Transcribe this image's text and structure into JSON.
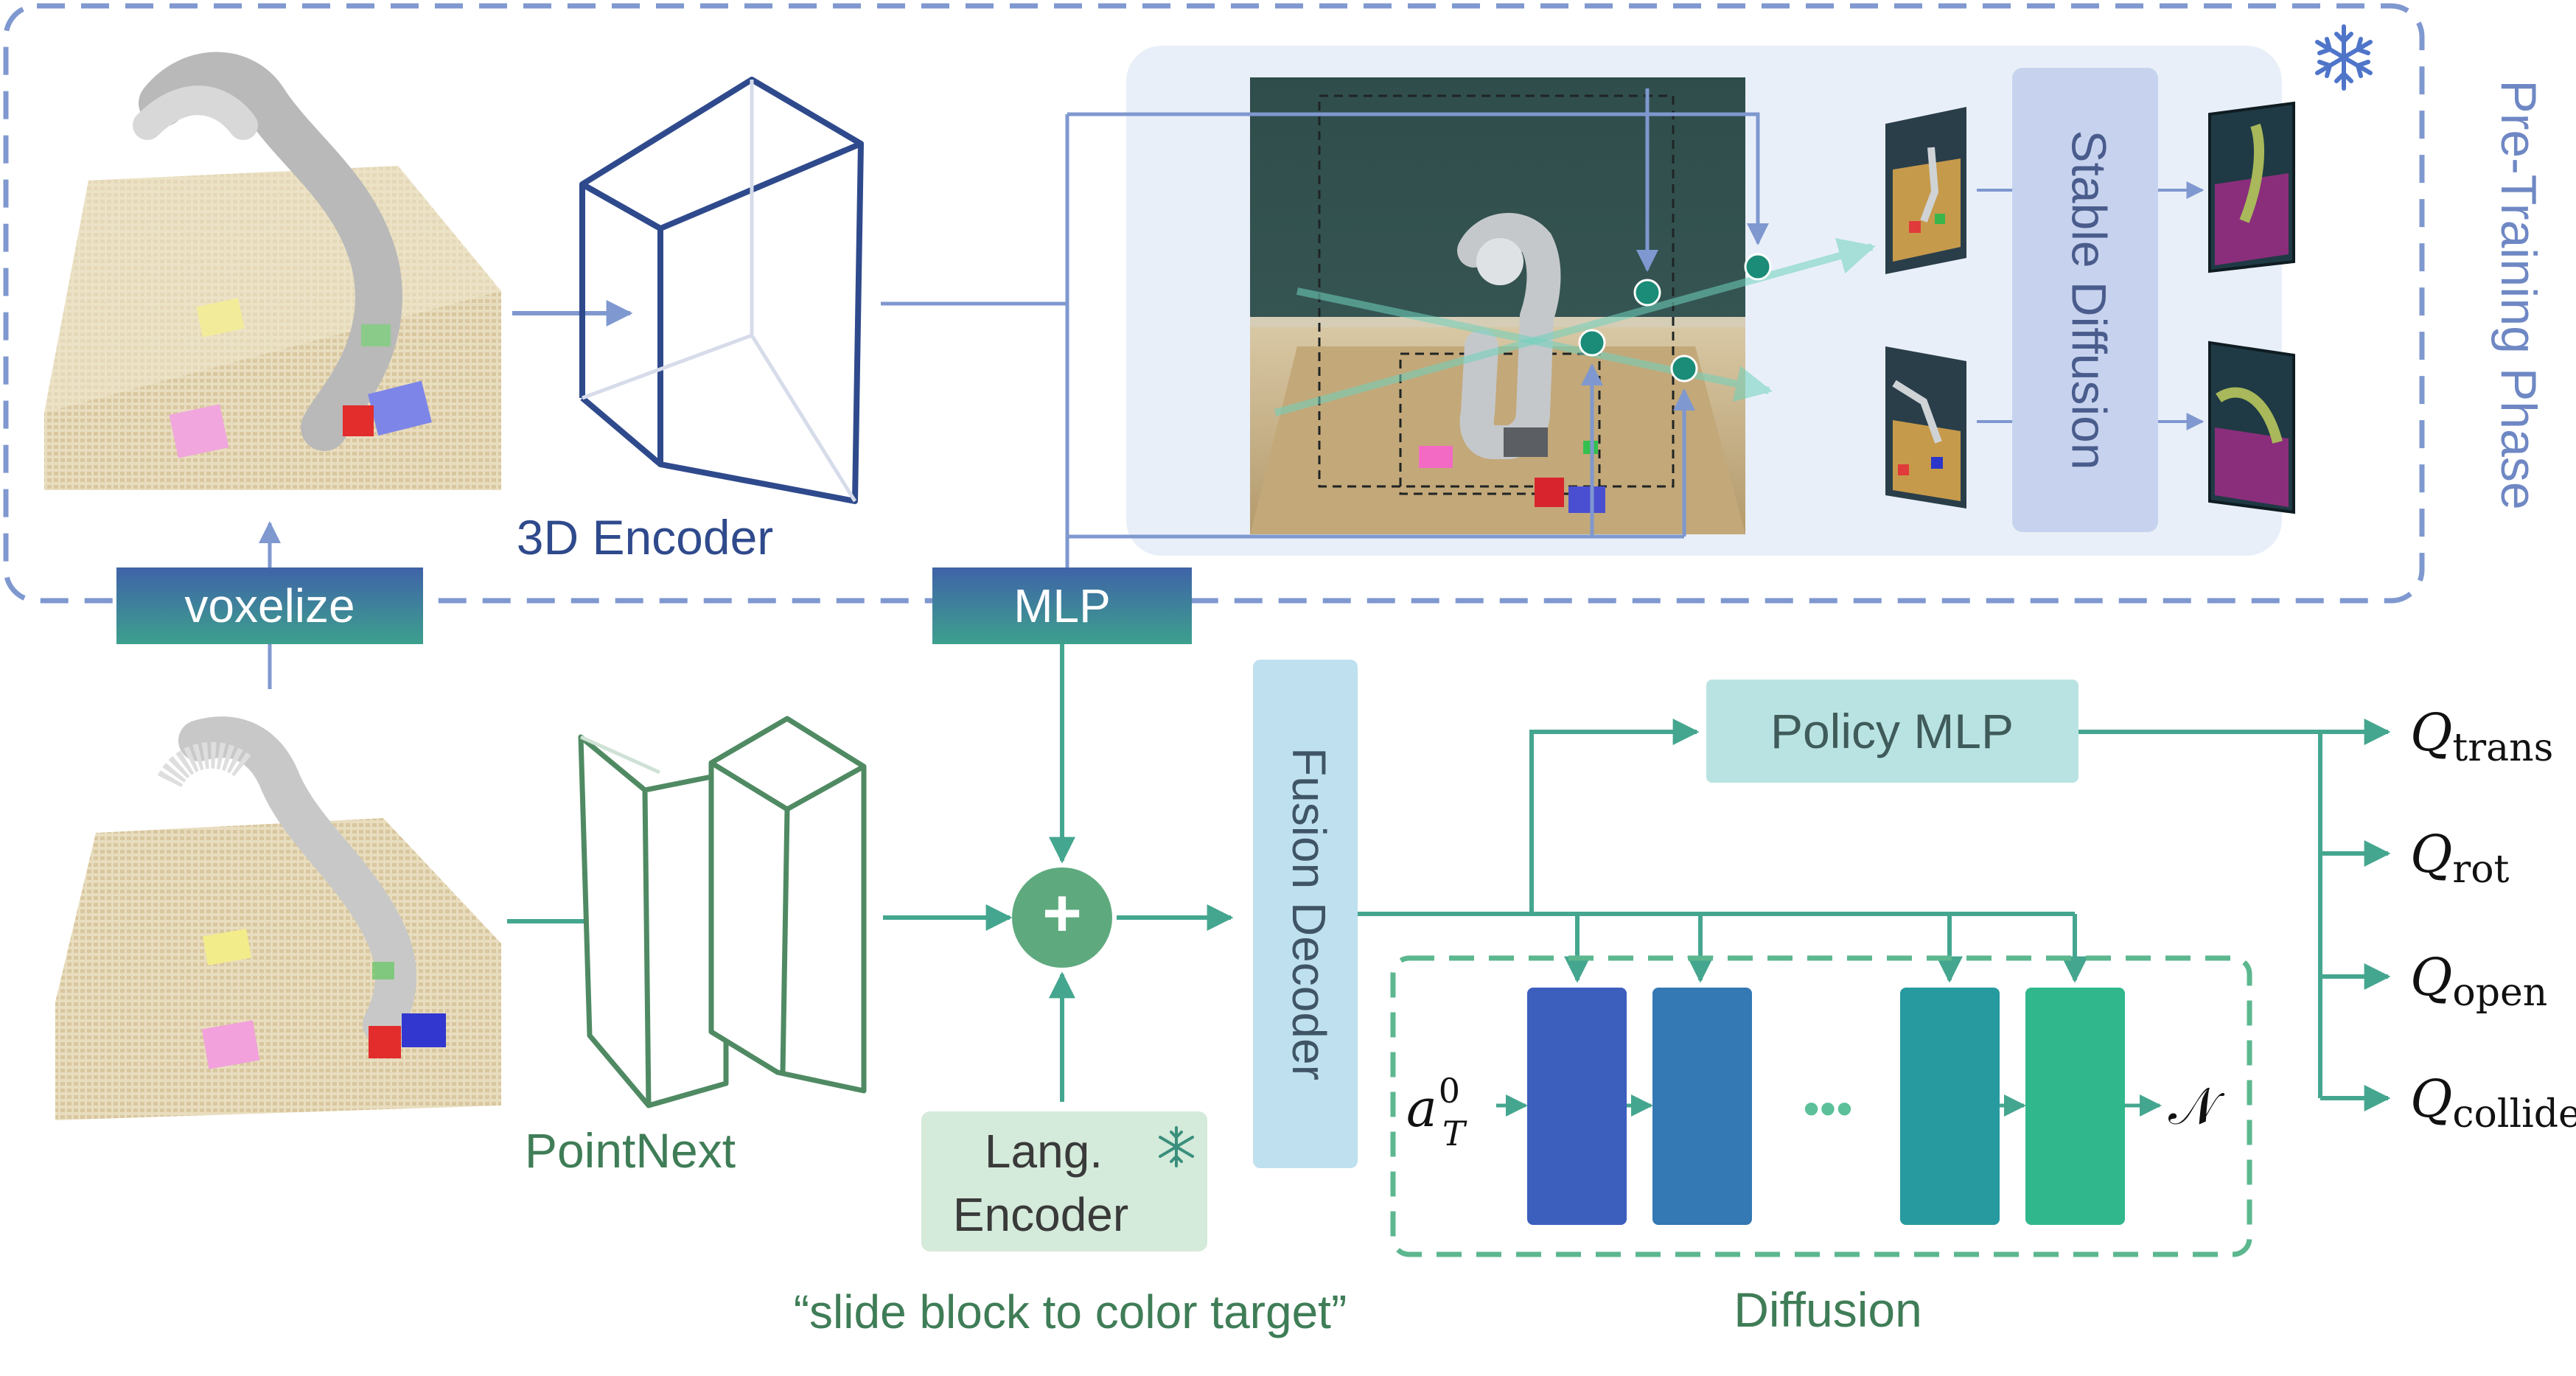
{
  "pretraining": {
    "phase_label": "Pre-Training Phase",
    "stable_diffusion_label": "Stable Diffusion"
  },
  "encoders": {
    "voxelize_label": "voxelize",
    "encoder3d_label": "3D Encoder",
    "mlp_label": "MLP",
    "pointnext_label": "PointNext",
    "lang_encoder_line1": "Lang.",
    "lang_encoder_line2": "Encoder"
  },
  "fusion": {
    "plus_symbol": "+",
    "fusion_decoder_label": "Fusion Decoder",
    "policy_mlp_label": "Policy MLP"
  },
  "instruction_text": "“slide block to color target”",
  "diffusion": {
    "label": "Diffusion",
    "input_label": "a",
    "input_sup": "0",
    "input_sub": "T",
    "ellipsis": "•••",
    "output_label": "𝒩"
  },
  "outputs": [
    {
      "symbol": "Q",
      "sub": "trans"
    },
    {
      "symbol": "Q",
      "sub": "rot"
    },
    {
      "symbol": "Q",
      "sub": "open"
    },
    {
      "symbol": "Q",
      "sub": "collide"
    }
  ],
  "colors": {
    "pretrain_blue": "#7f98cf",
    "encoder_navy": "#2f4a8c",
    "teal": "#45a68f",
    "green_dark": "#4f8a63",
    "green_text": "#3f7d57",
    "panel_bg": "#e9eff9",
    "sd_box": "#c7d3ee",
    "fusion_box": "#bfe0ee",
    "policy_box": "#b9e3e2",
    "lang_box": "#d4eada",
    "mlp_grad_top": "#3f63a8",
    "mlp_grad_bottom": "#3da08d",
    "diffusion_blocks": [
      "#3c5fbe",
      "#3478b4",
      "#279aa0",
      "#30b88c"
    ]
  }
}
